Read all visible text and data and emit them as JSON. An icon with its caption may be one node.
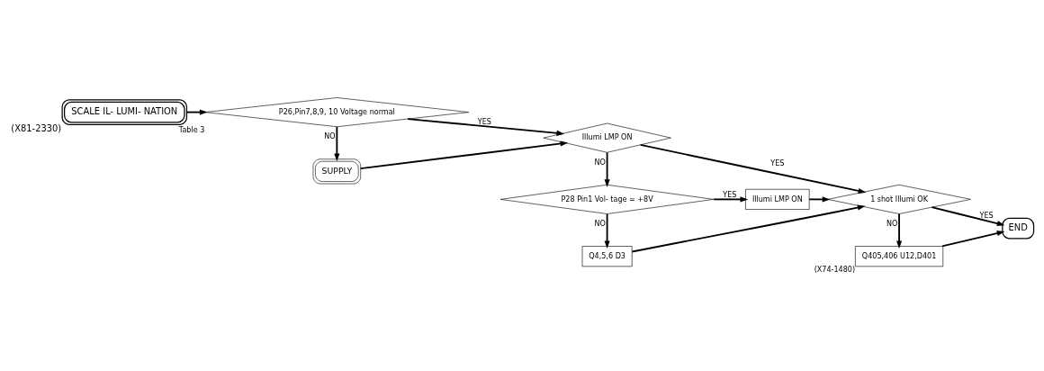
{
  "diagram": {
    "nodes": [
      {
        "text": [
          "SCALE IL- LUMI- NATION"
        ],
        "beside": [
          "(X81-2330)"
        ]
      },
      {
        "text": [
          "P26,Pin7,8,9, 10 Voltage normal"
        ],
        "beside": [
          "Table 3"
        ]
      },
      {
        "text": [
          "SUPPLY"
        ]
      },
      {
        "text": [
          "Illumi LMP ON"
        ]
      },
      {
        "text": [
          "P28 Pin1 Vol- tage ≃ +8V"
        ]
      },
      {
        "text": [
          "Illumi LMP ON"
        ]
      },
      {
        "text": [
          "Q4,5,6 D3"
        ]
      },
      {
        "text": [
          "1 shot Illumi OK"
        ]
      },
      {
        "text": [
          "Q405,406 U12,D401"
        ],
        "beside": [
          "(X74-1480)"
        ]
      },
      {
        "text": [
          "END"
        ]
      }
    ],
    "edges": [
      {
        "from": 0,
        "to": 1,
        "arrow": "to"
      },
      {
        "from": 1,
        "to": 3,
        "arrow": "to",
        "label": "YES"
      },
      {
        "from": 1,
        "to": 2,
        "arrow": "to",
        "label": "NO"
      },
      {
        "from": 2,
        "to": 3,
        "arrow": "to"
      },
      {
        "from": 3,
        "to": 7,
        "arrow": "to",
        "label": "YES"
      },
      {
        "from": 3,
        "to": 4,
        "arrow": "to",
        "label": "NO"
      },
      {
        "from": 4,
        "to": 5,
        "arrow": "to",
        "label": "YES"
      },
      {
        "from": 4,
        "to": 6,
        "arrow": "to",
        "label": "NO"
      },
      {
        "from": 5,
        "to": 7,
        "arrow": "to"
      },
      {
        "from": 6,
        "to": 7,
        "arrow": "to"
      },
      {
        "from": 7,
        "to": 9,
        "arrow": "to",
        "label": "YES"
      },
      {
        "from": 7,
        "to": 8,
        "arrow": "to",
        "label": "NO"
      },
      {
        "from": 8,
        "to": 9,
        "arrow": "to"
      }
    ]
  }
}
